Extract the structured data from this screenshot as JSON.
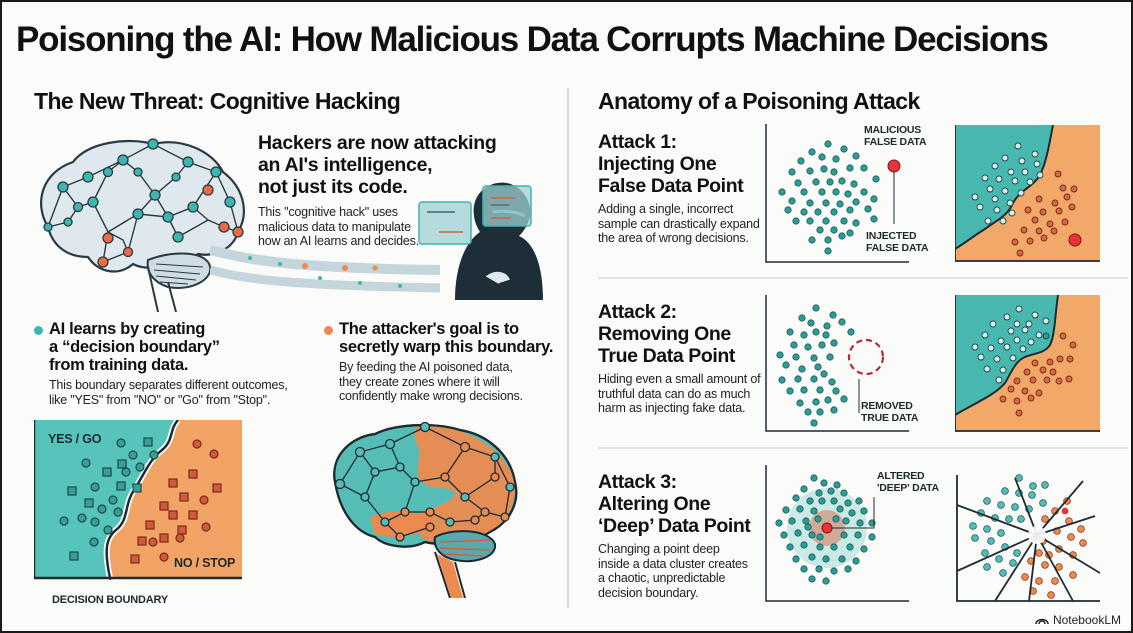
{
  "title": "Poisoning the AI: How Malicious Data Corrupts Machine Decisions",
  "left": {
    "heading": "The New Threat: Cognitive Hacking",
    "lead": [
      "Hackers are now attacking",
      "an AI's intelligence,",
      "not just its code."
    ],
    "lead_sub": [
      "This \"cognitive hack\" uses",
      "malicious data to manipulate",
      "how an AI learns and decides."
    ],
    "bullet1": {
      "title": [
        "AI learns by creating",
        "a “decision boundary”",
        "from training data."
      ],
      "body": [
        "This boundary separates different outcomes,",
        "like \"YES\" from \"NO\" or \"Go\" from \"Stop\"."
      ],
      "color": "#3cb6b0"
    },
    "bullet2": {
      "title": [
        "The attacker's goal is to",
        "secretly warp this boundary."
      ],
      "body": [
        "By feeding the AI poisoned data,",
        "they create zones where it will",
        "confidently make wrong decisions."
      ],
      "color": "#ec8a50"
    },
    "boundary_chart": {
      "label_yes": "YES / GO",
      "label_no": "NO / STOP",
      "label_boundary": "DECISION BOUNDARY"
    }
  },
  "right": {
    "heading": "Anatomy of a Poisoning Attack",
    "attacks": [
      {
        "title": [
          "Attack 1:",
          "Injecting One",
          "False Data Point"
        ],
        "body": [
          "Adding a single, incorrect",
          "sample can drastically expand",
          "the area of wrong decisions."
        ],
        "label_top": [
          "MALICIOUS",
          "FALSE DATA"
        ],
        "label_bottom": [
          "INJECTED",
          "FALSE DATA"
        ]
      },
      {
        "title": [
          "Attack 2:",
          "Removing One",
          "True Data Point"
        ],
        "body": [
          "Hiding even a small amount of",
          "truthful data can do as much",
          "harm as injecting fake data."
        ],
        "label_bottom": [
          "REMOVED",
          "TRUE DATA"
        ]
      },
      {
        "title": [
          "Attack 3:",
          "Altering One",
          "‘Deep’ Data Point"
        ],
        "body": [
          "Changing a point deep",
          "inside a data cluster creates",
          "a chaotic, unpredictable",
          "decision boundary."
        ],
        "label_top": [
          "ALTERED",
          "'DEEP' DATA"
        ]
      }
    ]
  },
  "colors": {
    "teal": "#3cb6b0",
    "teal_dark": "#1f8c86",
    "orange": "#f0a060",
    "orange_dark": "#d0623a",
    "red": "#e8323c",
    "navy": "#1d2b33"
  },
  "footer": {
    "brand": "NotebookLM"
  }
}
